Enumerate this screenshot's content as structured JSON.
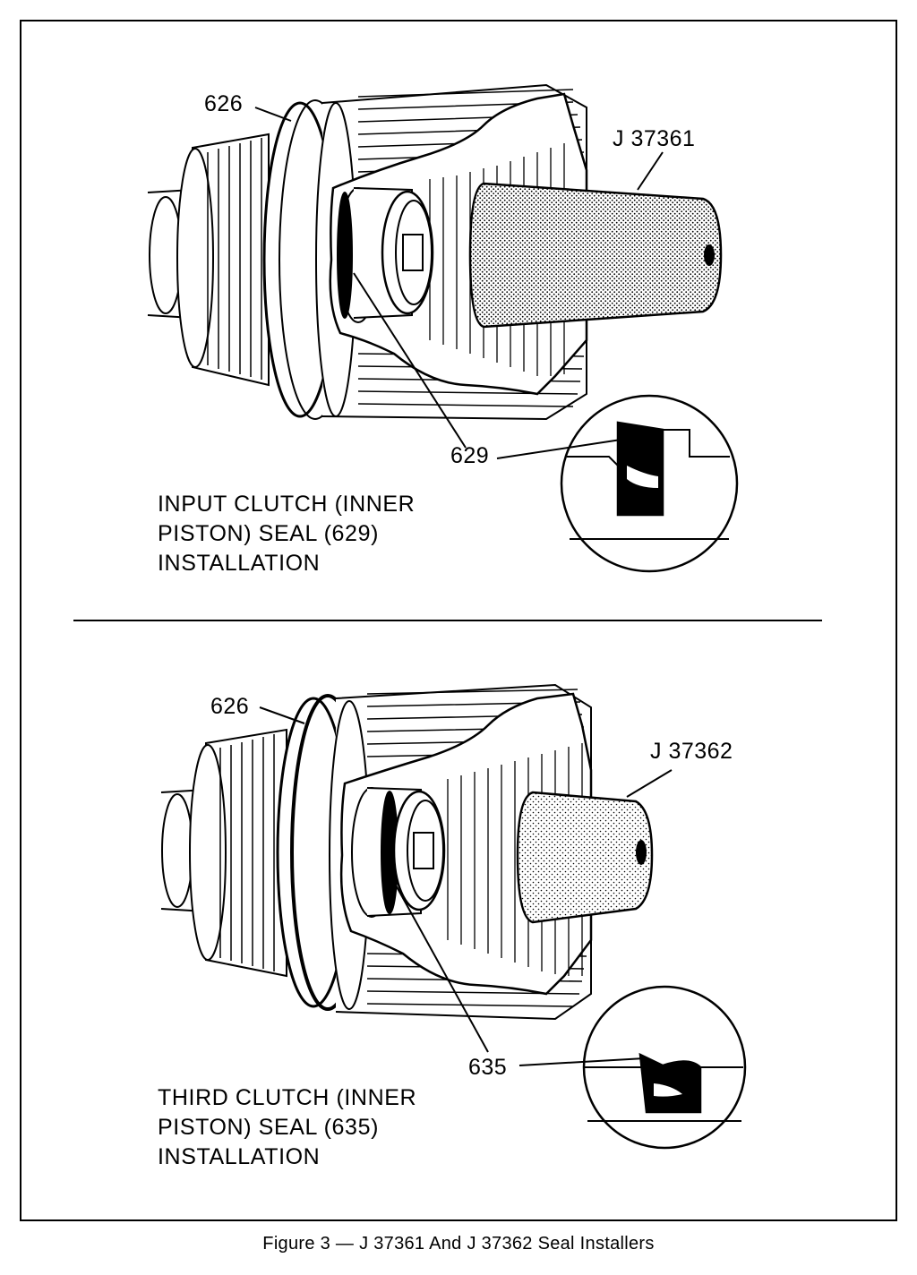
{
  "top": {
    "label_626": "626",
    "label_tool": "J 37361",
    "label_seal": "629",
    "caption": "INPUT CLUTCH (INNER\nPISTON) SEAL (629)\nINSTALLATION"
  },
  "bottom": {
    "label_626": "626",
    "label_tool": "J 37362",
    "label_seal": "635",
    "caption": "THIRD CLUTCH (INNER\nPISTON) SEAL (635)\nINSTALLATION"
  },
  "figure_caption": "Figure 3 — J 37361 And J 37362 Seal Installers"
}
